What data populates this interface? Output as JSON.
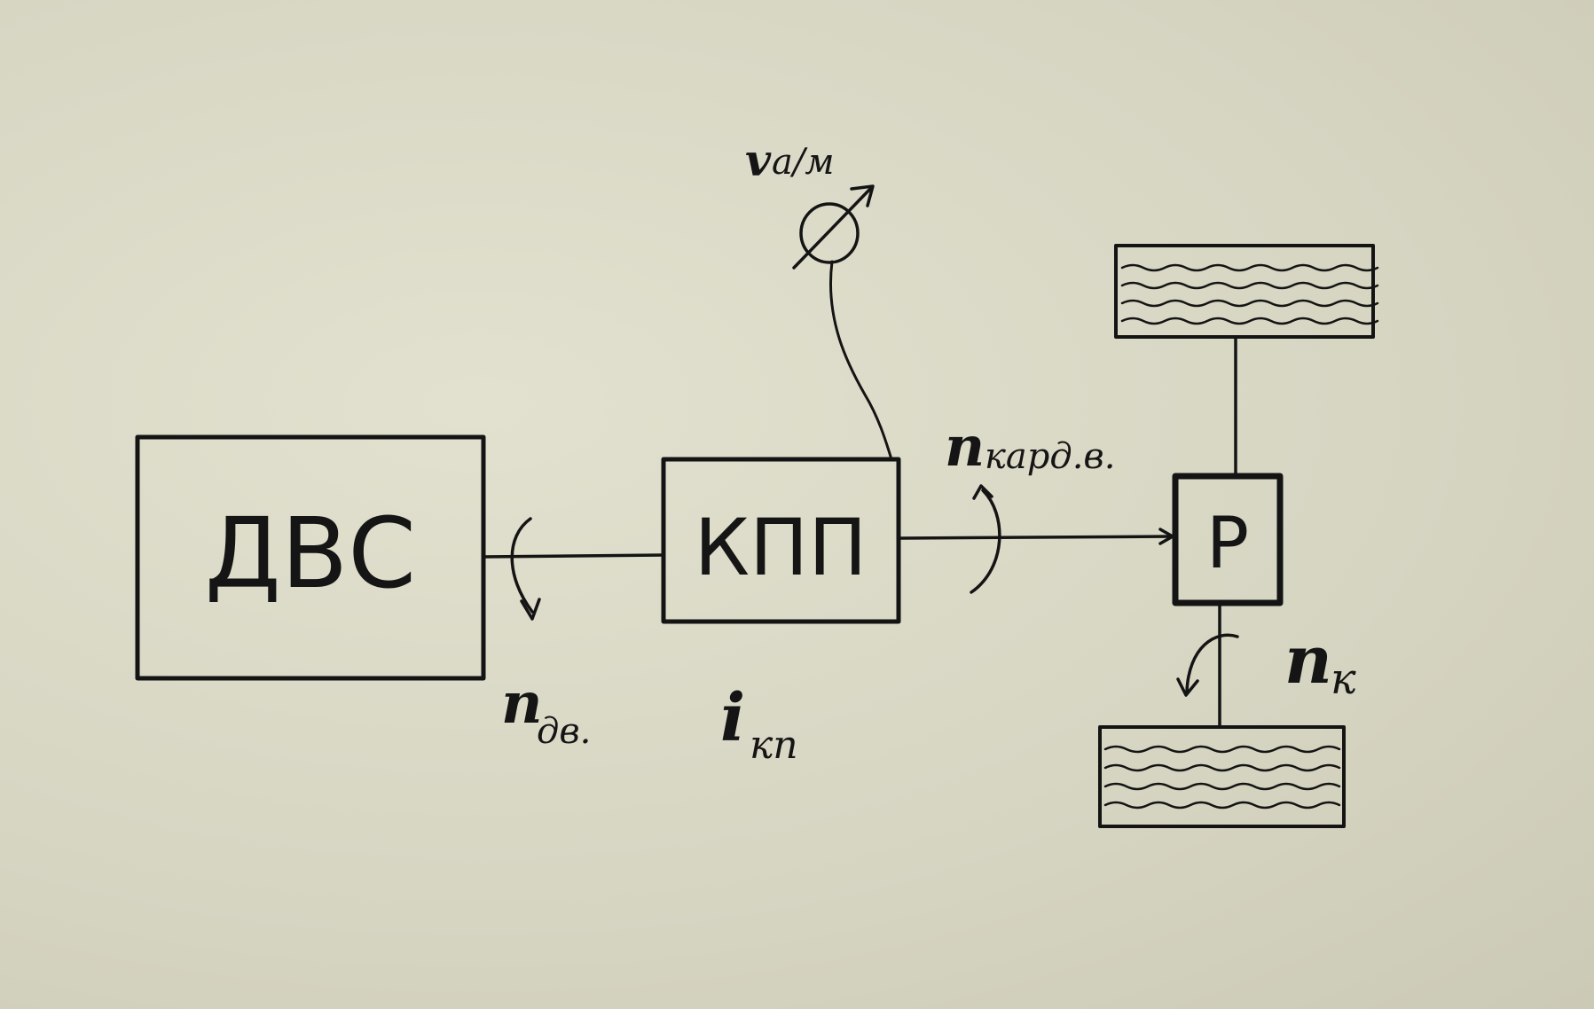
{
  "diagram": {
    "blocks": {
      "engine": "ДВС",
      "gearbox": "КПП",
      "differential": "Р"
    },
    "labels": {
      "engine_speed_sym": "n",
      "engine_speed_sub": "дв.",
      "gear_ratio_sym": "i",
      "gear_ratio_sub": "кп",
      "cardan_speed_sym": "n",
      "cardan_speed_sub": "кард.в.",
      "wheel_speed_sym": "n",
      "wheel_speed_sub": "к",
      "speedometer_sym": "v",
      "speedometer_sub": "а/м"
    }
  },
  "colors": {
    "ink": "#141414",
    "paper": "#d9d8c6"
  }
}
